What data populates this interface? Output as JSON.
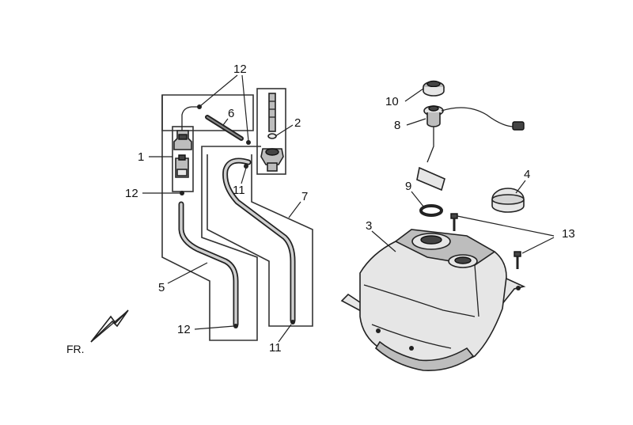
{
  "diagram": {
    "direction_label": "FR.",
    "callouts": {
      "c1": "1",
      "c2": "2",
      "c3": "3",
      "c4": "4",
      "c5": "5",
      "c6": "6",
      "c7": "7",
      "c8": "8",
      "c9": "9",
      "c10": "10",
      "c11a": "11",
      "c11b": "11",
      "c12a": "12",
      "c12b": "12",
      "c12c": "12",
      "c13": "13"
    }
  }
}
